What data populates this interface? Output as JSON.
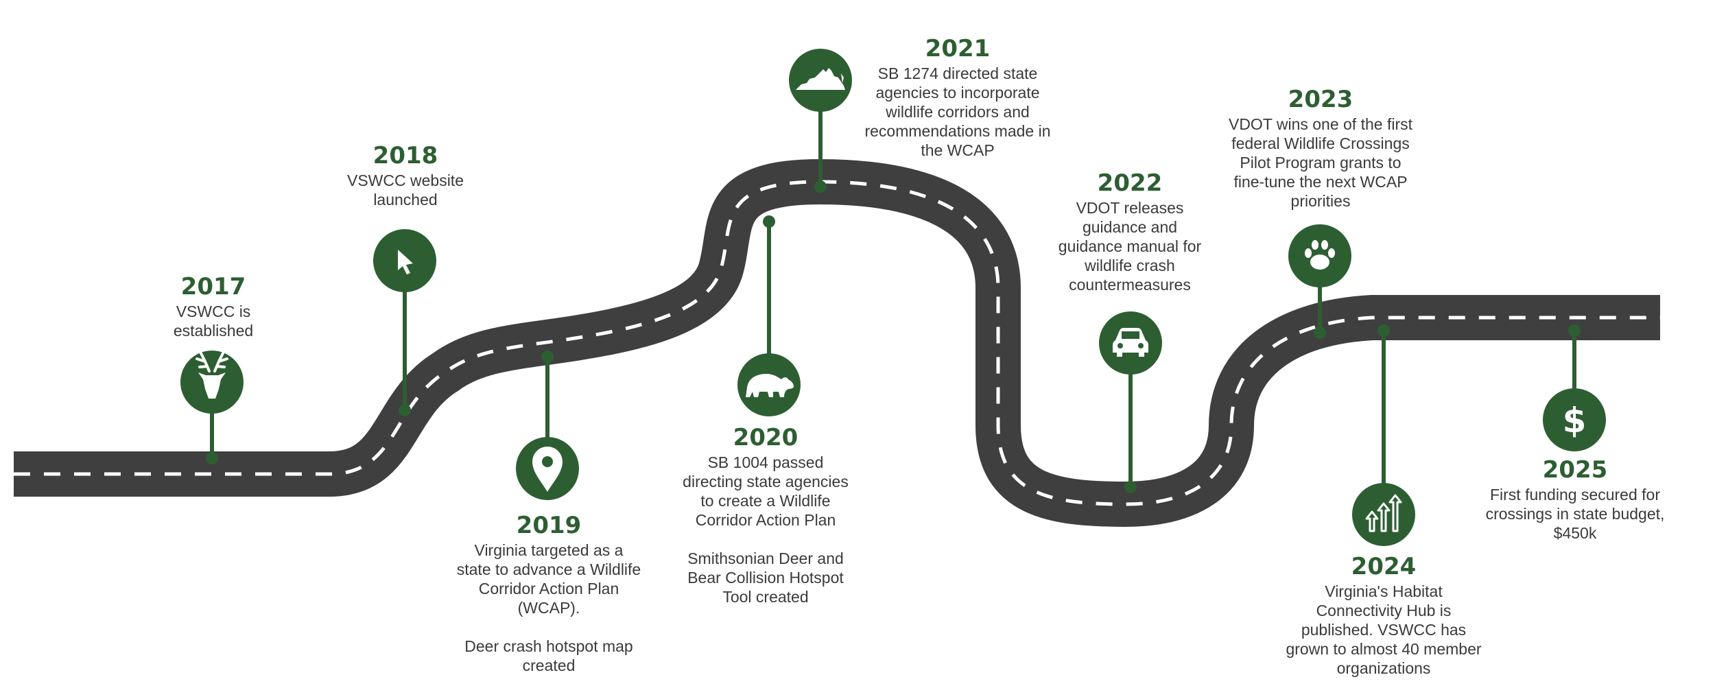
{
  "colors": {
    "road": "#3f3f3f",
    "road_marking": "#ffffff",
    "accent_green": "#2d5e32",
    "text": "#3a3a3a",
    "background": "#ffffff"
  },
  "milestones": [
    {
      "id": "2017",
      "year": "2017",
      "description": "VSWCC is established",
      "icon": "deer-icon"
    },
    {
      "id": "2018",
      "year": "2018",
      "description": "VSWCC website launched",
      "icon": "cursor-icon"
    },
    {
      "id": "2019",
      "year": "2019",
      "description": "Virginia targeted as a state to advance a Wildlife Corridor Action Plan (WCAP).",
      "description_2": "Deer crash hotspot map created",
      "icon": "map-pin-icon"
    },
    {
      "id": "2020",
      "year": "2020",
      "description": "SB 1004 passed directing state agencies to create a Wildlife Corridor Action Plan",
      "description_2": "Smithsonian Deer and Bear Collision Hotspot Tool created",
      "icon": "bear-icon"
    },
    {
      "id": "2021",
      "year": "2021",
      "description": "SB 1274 directed state agencies to incorporate wildlife corridors and recommendations made in the WCAP",
      "icon": "virginia-map-icon"
    },
    {
      "id": "2022",
      "year": "2022",
      "description": "VDOT releases guidance and guidance manual for wildlife crash countermeasures",
      "icon": "car-icon"
    },
    {
      "id": "2023",
      "year": "2023",
      "description": "VDOT wins one of the first federal Wildlife Crossings Pilot Program grants to fine-tune the next WCAP priorities",
      "icon": "paw-print-icon"
    },
    {
      "id": "2024",
      "year": "2024",
      "description": "Virginia's Habitat Connectivity Hub is published. VSWCC has grown to almost 40 member organizations",
      "icon": "growth-arrows-icon"
    },
    {
      "id": "2025",
      "year": "2025",
      "description": "First funding secured for crossings in state budget, $450k",
      "icon": "dollar-sign-icon"
    }
  ]
}
